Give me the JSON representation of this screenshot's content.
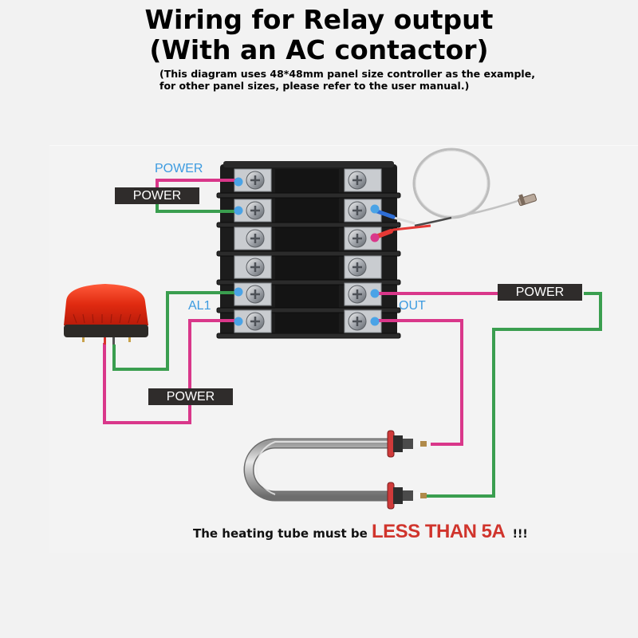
{
  "header": {
    "title_line1": "Wiring for Relay output",
    "title_line2": "(With an AC contactor)",
    "subtitle_line1": "(This diagram uses 48*48mm panel size controller as the example,",
    "subtitle_line2": "for other panel sizes, please refer to the user manual.)"
  },
  "labels": {
    "power_terminal": "POWER",
    "power_source_top": "POWER",
    "al1": "AL1",
    "out": "OUT",
    "power_source_right": "POWER",
    "power_source_alarm": "POWER"
  },
  "footer": {
    "prefix": "The heating tube must be",
    "warning": "LESS THAN 5A",
    "suffix": "!!!"
  },
  "colors": {
    "wire_live": "#d9378a",
    "wire_neutral": "#3a9e4f",
    "terminal_dot": "#4aa3e6",
    "label_blue": "#3d9be0",
    "tag_bg": "#2f2c2b",
    "warning_red": "#d0342c"
  },
  "components": {
    "controller": "48*48mm temperature controller terminal block",
    "sensor": "thermocouple probe",
    "alarm": "red alarm beacon",
    "load": "U-shaped heating tube"
  }
}
